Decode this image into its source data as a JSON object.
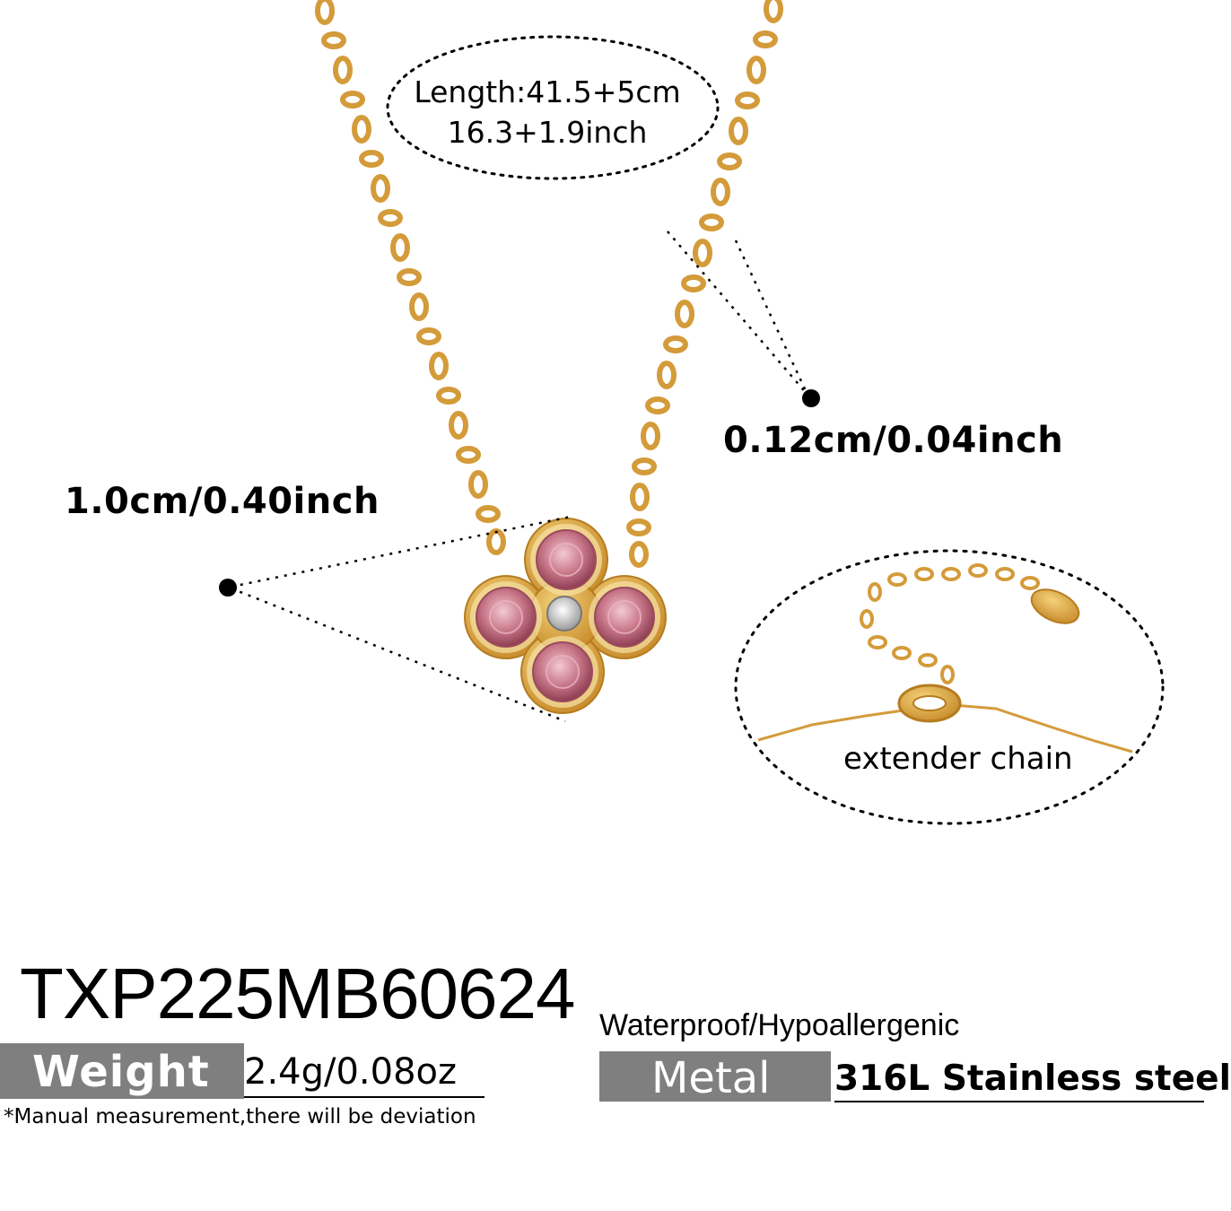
{
  "chain": {
    "length_line1": "Length:41.5+5cm",
    "length_line2": "16.3+1.9inch",
    "thickness": "0.12cm/0.04inch"
  },
  "pendant": {
    "size": "1.0cm/0.40inch"
  },
  "extender": {
    "label": "extender chain"
  },
  "product": {
    "sku": "TXP225MB60624",
    "weight_label": "Weight",
    "weight_value": "2.4g/0.08oz",
    "note": "*Manual measurement,there will be deviation",
    "features": "Waterproof/Hypoallergenic",
    "metal_label": "Metal",
    "metal_value": "316L Stainless steel"
  },
  "colors": {
    "gold": "#d9a441",
    "pink_stone": "#c9788a",
    "tag_gray": "#7f7f7f"
  }
}
